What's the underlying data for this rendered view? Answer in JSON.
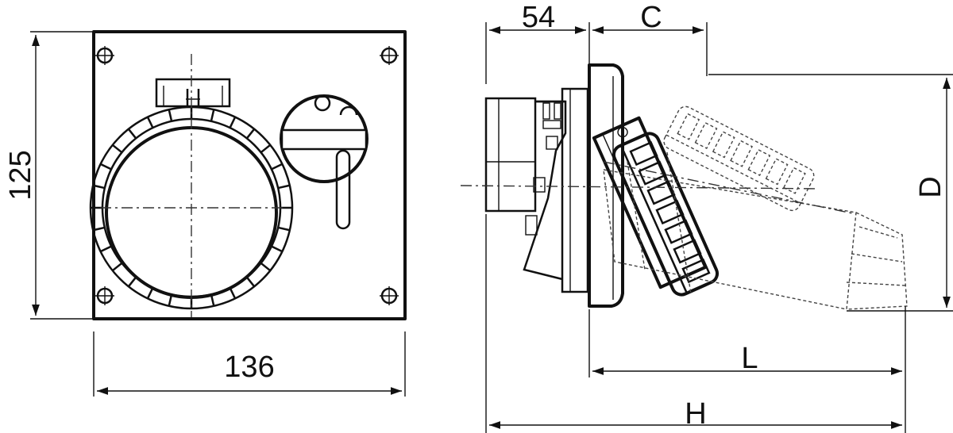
{
  "dimensions": {
    "height_front": "125",
    "width_front": "136",
    "depth_base": "54",
    "c": "C",
    "d": "D",
    "l": "L",
    "h": "H"
  }
}
